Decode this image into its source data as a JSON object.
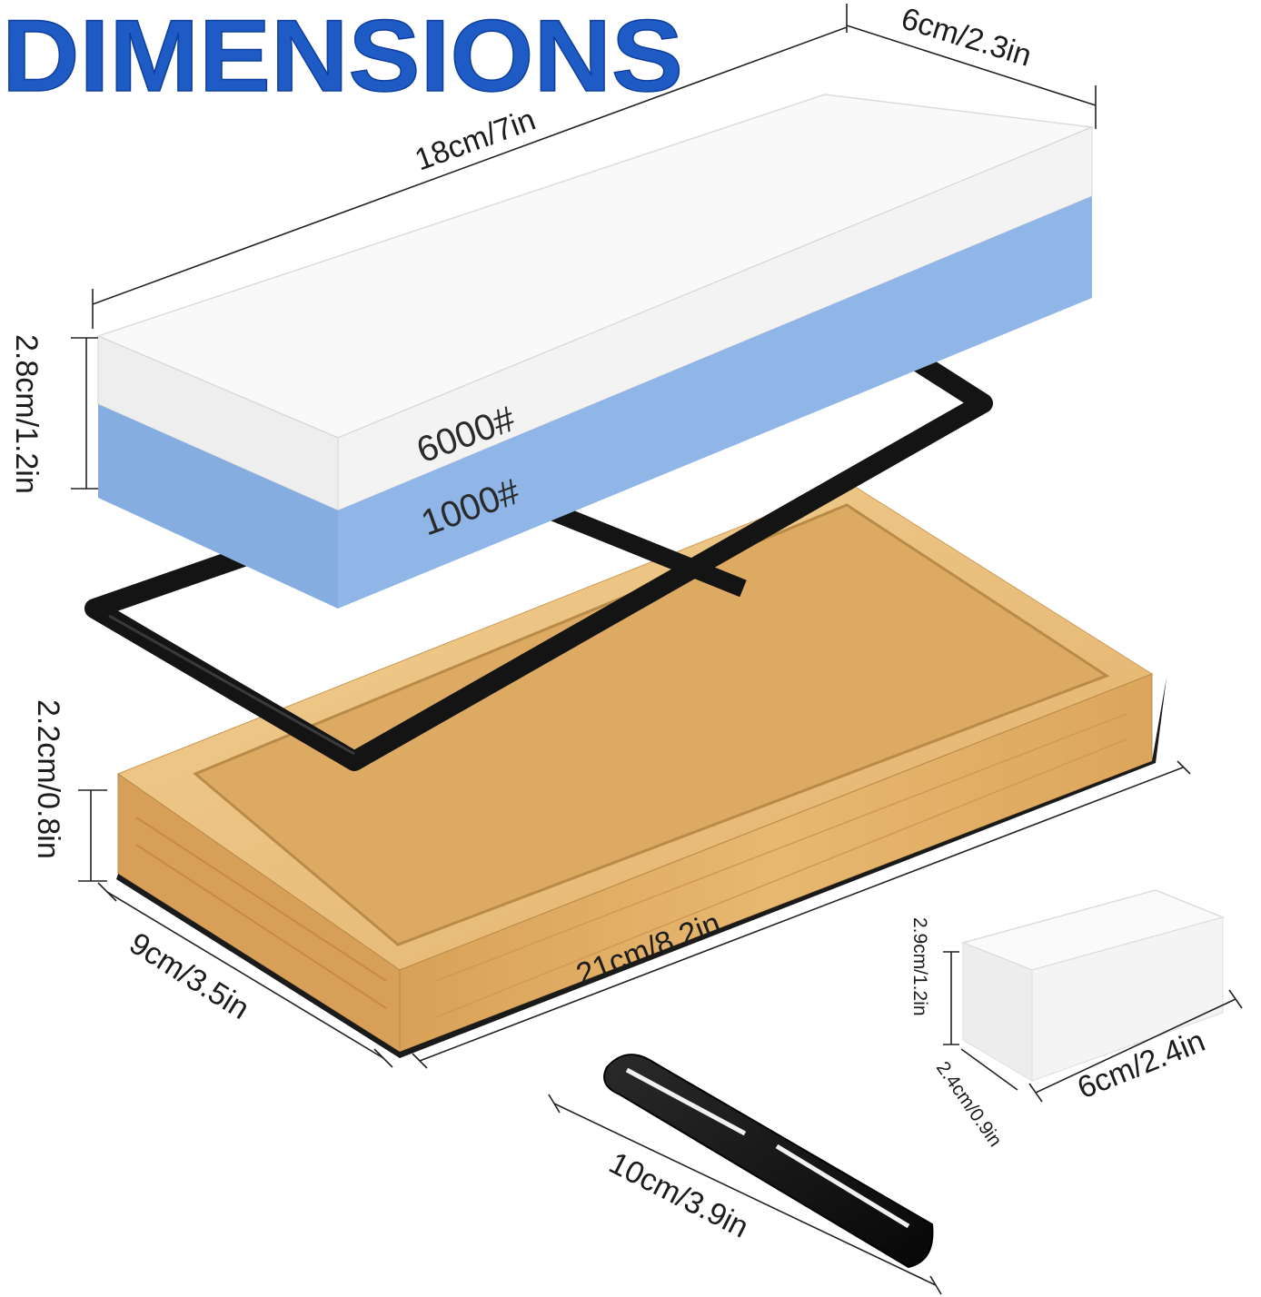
{
  "title": "DIMENSIONS",
  "colors": {
    "title_blue": "#1f5bc4",
    "stone_white": "#f6f6f6",
    "stone_blue": "#8fb6e6",
    "bamboo": "#e3b36e",
    "bamboo_dark": "#c88c45",
    "rubber": "#141414"
  },
  "stone": {
    "grit_top": "6000#",
    "grit_bottom": "1000#"
  },
  "dimensions": {
    "stone_length": "18cm/7in",
    "stone_width": "6cm/2.3in",
    "stone_height": "2.8cm/1.2in",
    "base_height": "2.2cm/0.8in",
    "base_length": "21cm/8.2in",
    "base_width": "9cm/3.5in",
    "flattener_height": "2.9cm/1.2in",
    "flattener_width": "2.4cm/0.9in",
    "flattener_length": "6cm/2.4in",
    "guide_length": "10cm/3.9in"
  }
}
